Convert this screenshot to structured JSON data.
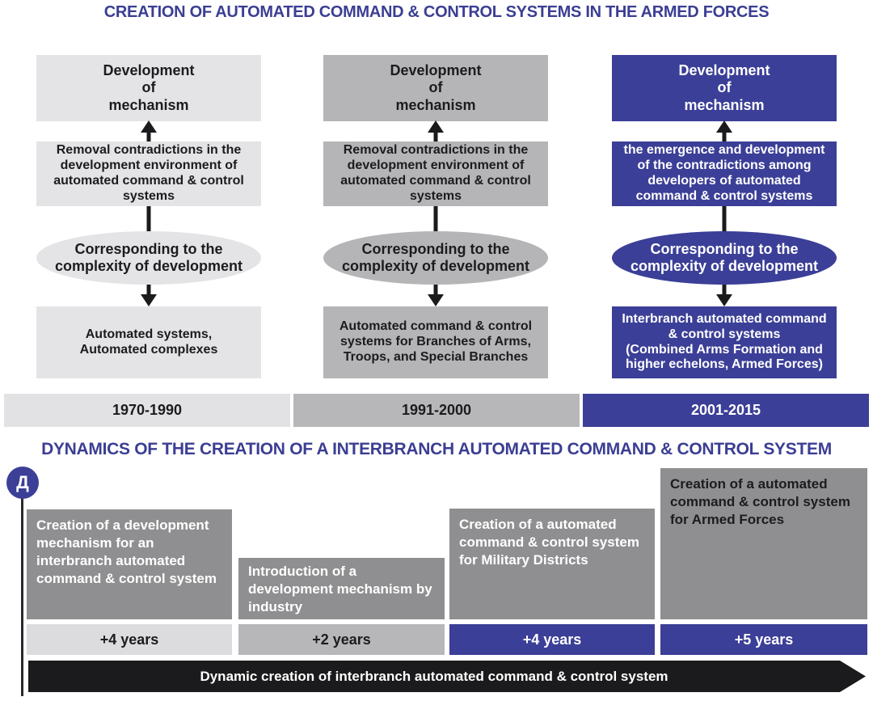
{
  "colors": {
    "accent_blue": "#3b3f97",
    "title_blue": "#3b3e93",
    "light_gray": "#e4e4e6",
    "mid_gray": "#b5b5b7",
    "stage_gray": "#8f8f91",
    "light_bar": "#dcdcde",
    "banner_black": "#1b1b1d"
  },
  "section_top": {
    "title": "CREATION OF AUTOMATED COMMAND & CONTROL SYSTEMS IN THE ARMED FORCES",
    "columns": [
      {
        "period": "1970-1990",
        "mechanism_box": "Development\nof\nmechanism",
        "contradiction_box": "Removal contradictions in the development environment of automated command & control systems",
        "ellipse": "Corresponding to the complexity of development",
        "result_box": "Automated systems,\nAutomated complexes"
      },
      {
        "period": "1991-2000",
        "mechanism_box": "Development\nof\nmechanism",
        "contradiction_box": "Removal contradictions in the development environment of automated command & control systems",
        "ellipse": "Corresponding to the complexity of development",
        "result_box": "Automated command & control systems for Branches of Arms, Troops, and Special Branches"
      },
      {
        "period": "2001-2015",
        "mechanism_box": "Development\nof\nmechanism",
        "contradiction_box": "the emergence and development of the contradictions among developers of automated command & control systems",
        "ellipse": "Corresponding to the complexity of development",
        "result_box": "Interbranch automated command & control systems\n(Combined Arms Formation and higher echelons, Armed Forces)"
      }
    ]
  },
  "section_bottom": {
    "title": "DYNAMICS OF THE CREATION OF A INTERBRANCH AUTOMATED COMMAND & CONTROL SYSTEM",
    "marker": "Д",
    "stages": [
      {
        "label": "Creation of a development mechanism for an interbranch automated command & control system",
        "duration": "+4 years"
      },
      {
        "label": "Introduction of a development mechanism by industry",
        "duration": "+2 years"
      },
      {
        "label": "Creation of a automated command & control system for Military Districts",
        "duration": "+4 years"
      },
      {
        "label": "Creation of a automated command & control system for Armed Forces",
        "duration": "+5 years"
      }
    ],
    "arrow_banner": "Dynamic creation of interbranch automated command & control system"
  }
}
